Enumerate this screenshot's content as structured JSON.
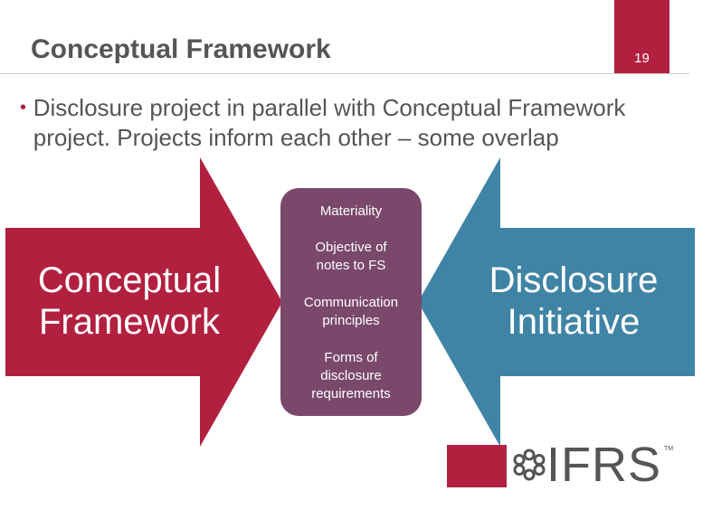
{
  "slide": {
    "title": "Conceptual Framework",
    "page_number": "19",
    "bullet": "Disclosure project in parallel with Conceptual Framework project.  Projects inform each other – some overlap"
  },
  "diagram": {
    "left_arrow": {
      "line1": "Conceptual",
      "line2": "Framework"
    },
    "right_arrow": {
      "line1": "Disclosure",
      "line2": "Initiative"
    },
    "center_items": [
      {
        "line1": "Materiality",
        "line2": ""
      },
      {
        "line1": "Objective of",
        "line2": "notes to FS"
      },
      {
        "line1": "Communication",
        "line2": "principles"
      },
      {
        "line1": "Forms of",
        "line2": "disclosure",
        "line3": "requirements"
      }
    ]
  },
  "logo": {
    "text": "IFRS",
    "tm": "TM"
  },
  "colors": {
    "brand_red": "#b22040",
    "teal": "#3f84a5",
    "purple": "#79486a",
    "text_gray": "#555555"
  }
}
